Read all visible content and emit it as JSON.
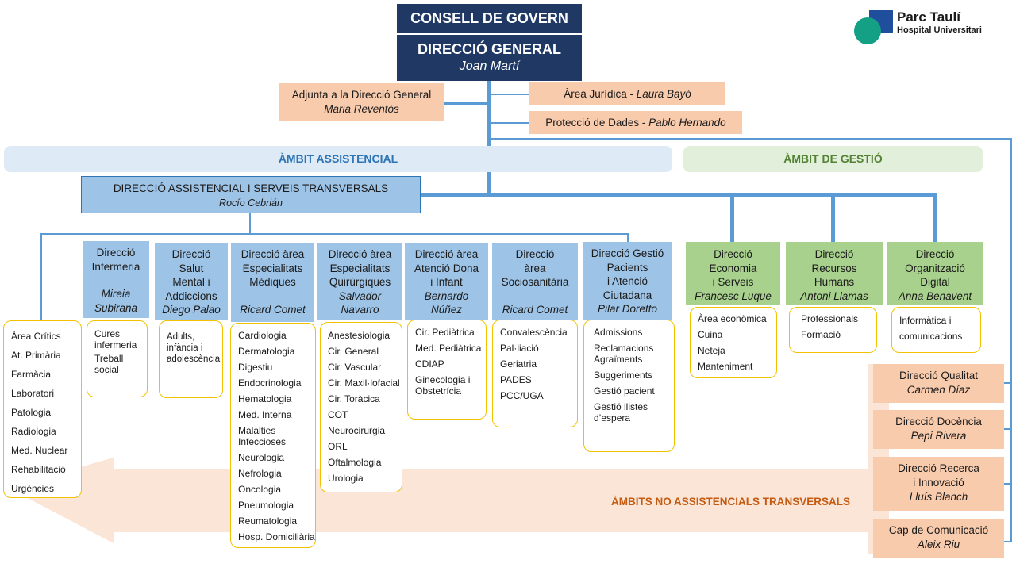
{
  "logo": {
    "line1": "Parc Taulí",
    "line2": "Hospital Universitari",
    "square_color": "#1f4e9c",
    "circle_color": "#13a085"
  },
  "top": {
    "consell": "CONSELL DE GOVERN",
    "direccio_general": {
      "title": "DIRECCIÓ GENERAL",
      "name": "Joan Martí"
    }
  },
  "staff": {
    "adjunta": {
      "title": "Adjunta a la Direcció General",
      "name": "Maria Reventós"
    },
    "juridica": {
      "title": "Àrea Jurídica - ",
      "name": "Laura Bayó"
    },
    "dades": {
      "title": "Protecció de Dades - ",
      "name": "Pablo Hernando"
    }
  },
  "bands": {
    "assistencial": "ÀMBIT ASSISTENCIAL",
    "gestio": "ÀMBIT  DE GESTIÓ",
    "no_assistencial": "ÀMBITS NO ASSISTENCIALS TRANSVERSALS"
  },
  "assistencial_head": {
    "title": "DIRECCIÓ ASSISTENCIAL I SERVEIS TRANSVERSALS",
    "name": "Rocío Cebrián"
  },
  "serveis_transversals": [
    "Àrea Crítics",
    "At. Primària",
    "Farmàcia",
    "Laboratori",
    "Patologia",
    "Radiologia",
    "Med. Nuclear",
    "Rehabilitació",
    "Urgències"
  ],
  "assistencial_dirs": [
    {
      "title": [
        "Direcció",
        "Infermeria",
        ""
      ],
      "name": [
        "Mireia",
        "Subirana"
      ],
      "items": [
        "Cures infermeria",
        "Treball social"
      ]
    },
    {
      "title": [
        "Direcció",
        "Salut",
        "Mental i",
        "Addiccions"
      ],
      "name": [
        "Diego Palao"
      ],
      "items": [
        "Adults, infància i adolescència"
      ]
    },
    {
      "title": [
        "Direcció àrea",
        "Especialitats",
        "Mèdiques",
        ""
      ],
      "name": [
        "Ricard Comet"
      ],
      "items": [
        "Cardiologia",
        "Dermatologia",
        "Digestiu",
        "Endocrinologia",
        "Hematologia",
        "Med. Interna",
        "Malalties Infeccioses",
        "Neurologia",
        "Nefrologia",
        "Oncologia",
        "Pneumologia",
        "Reumatologia",
        "Hosp. Domiciliària"
      ]
    },
    {
      "title": [
        "Direcció àrea",
        "Especialitats",
        "Quirúrgiques"
      ],
      "name": [
        "Salvador",
        "Navarro"
      ],
      "items": [
        "Anestesiologia",
        "Cir. General",
        "Cir. Vascular",
        "Cir. Maxil·lofacial",
        "Cir. Toràcica",
        "COT",
        "Neurocirurgia",
        "ORL",
        "Oftalmologia",
        "Urologia"
      ]
    },
    {
      "title": [
        "Direcció àrea",
        "Atenció Dona",
        "i Infant"
      ],
      "name": [
        "Bernardo",
        "Núñez"
      ],
      "items": [
        "Cir. Pediàtrica",
        "Med. Pediàtrica",
        "CDIAP",
        "Ginecologia i Obstetrícia"
      ]
    },
    {
      "title": [
        "Direcció",
        "àrea",
        "Sociosanitària",
        ""
      ],
      "name": [
        "Ricard Comet"
      ],
      "items": [
        "Convalescència",
        "Pal·liació",
        "Geriatria",
        "PADES",
        "PCC/UGA"
      ]
    },
    {
      "title": [
        "Direcció Gestió",
        "Pacients",
        "i Atenció",
        "Ciutadana"
      ],
      "name": [
        "Pilar Doretto"
      ],
      "items": [
        "Admissions",
        "Reclamacions Agraïments",
        "Suggeriments",
        "Gestió pacient",
        "Gestió llistes d’espera"
      ]
    }
  ],
  "gestio_dirs": [
    {
      "title": [
        "Direcció",
        "Economia",
        "i Serveis"
      ],
      "name": "Francesc Luque",
      "items": [
        "Àrea econòmica",
        "Cuina",
        "Neteja",
        "Manteniment"
      ]
    },
    {
      "title": [
        "Direcció",
        "Recursos",
        "Humans"
      ],
      "name": "Antoni Llamas",
      "items": [
        "Professionals",
        "Formació"
      ]
    },
    {
      "title": [
        "Direcció",
        "Organització",
        "Digital"
      ],
      "name": "Anna Benavent",
      "items": [
        "Informàtica i comunicacions"
      ]
    }
  ],
  "no_assistencials": [
    {
      "title": [
        "Direcció Qualitat"
      ],
      "name": "Carmen Díaz"
    },
    {
      "title": [
        "Direcció Docència"
      ],
      "name": "Pepi Rivera"
    },
    {
      "title": [
        "Direcció Recerca",
        "i Innovació"
      ],
      "name": "Lluís Blanch"
    },
    {
      "title": [
        "Cap de Comunicació"
      ],
      "name": "Aleix Riu"
    }
  ],
  "colors": {
    "navy": "#1f3864",
    "connector": "#5b9bd5",
    "peach": "#f8cbad",
    "blue_box": "#9dc3e6",
    "green_box": "#a9d18e",
    "list_border": "#f2c200",
    "orange_text": "#c55a11"
  }
}
